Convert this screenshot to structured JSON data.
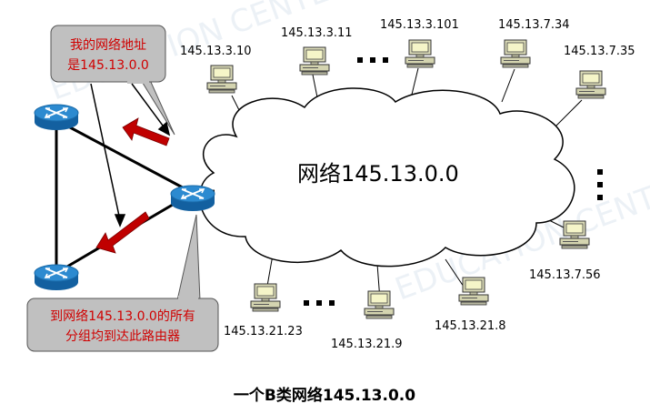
{
  "cloud": {
    "label": "网络145.13.0.0"
  },
  "callouts": {
    "address": {
      "line1": "我的网络地址",
      "line2": "是145.13.0.0"
    },
    "forward": {
      "line1": "到网络145.13.0.0的所有",
      "line2": "分组均到达此路由器"
    }
  },
  "hosts": [
    {
      "id": "h1",
      "label": "145.13.3.10"
    },
    {
      "id": "h2",
      "label": "145.13.3.11"
    },
    {
      "id": "h3",
      "label": "145.13.3.101"
    },
    {
      "id": "h4",
      "label": "145.13.7.34"
    },
    {
      "id": "h5",
      "label": "145.13.7.35"
    },
    {
      "id": "h6",
      "label": "145.13.7.56"
    },
    {
      "id": "h7",
      "label": "145.13.21.8"
    },
    {
      "id": "h8",
      "label": "145.13.21.9"
    },
    {
      "id": "h9",
      "label": "145.13.21.23"
    }
  ],
  "caption": "一个B类网络145.13.0.0",
  "colors": {
    "callout_fill": "#c0c0c0",
    "callout_text": "#d00000",
    "arrow": "#c00000",
    "router_top": "#2c8ad0",
    "router_side": "#1360a0",
    "cloud_fill": "#ffffff",
    "line": "#000000"
  }
}
